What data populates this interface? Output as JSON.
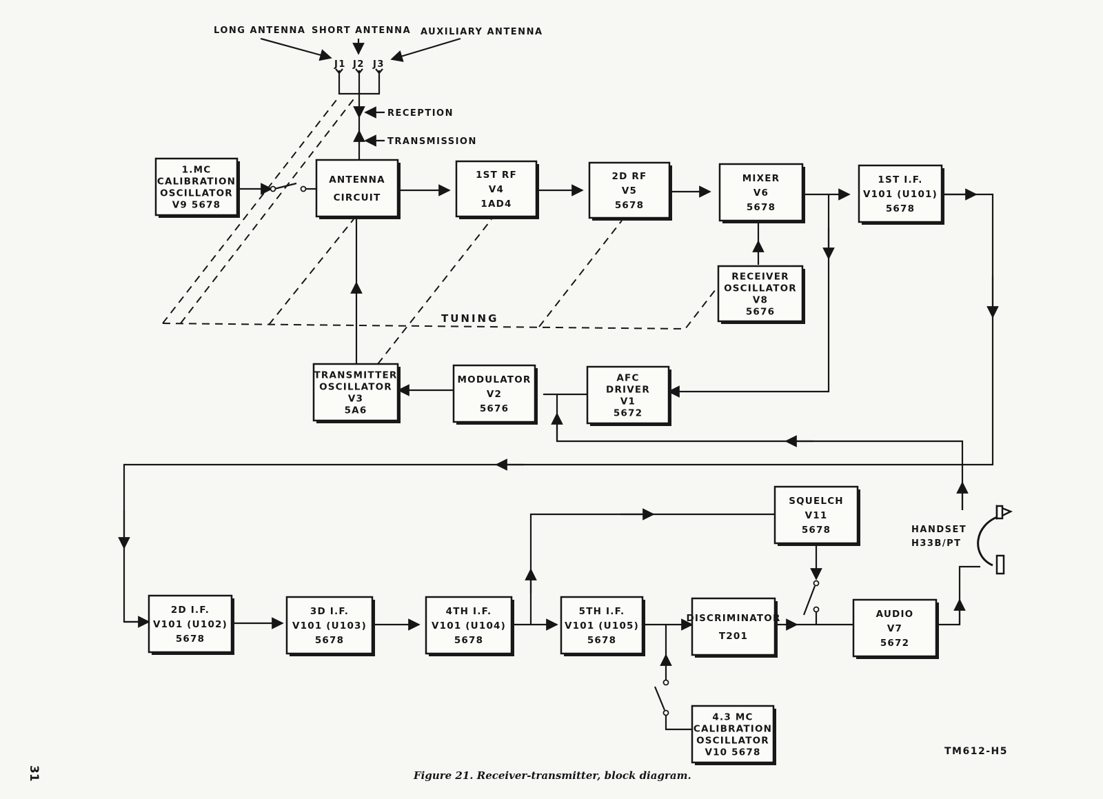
{
  "antennas": {
    "long": "LONG ANTENNA",
    "short": "SHORT ANTENNA",
    "aux": "AUXILIARY ANTENNA",
    "j1": "J1",
    "j2": "J2",
    "j3": "J3"
  },
  "signals": {
    "reception": "RECEPTION",
    "transmission": "TRANSMISSION",
    "tuning": "TUNING"
  },
  "blocks": {
    "cal1": [
      "1.MC",
      "CALIBRATION",
      "OSCILLATOR",
      "V9      5678"
    ],
    "antenna_circuit": [
      "ANTENNA",
      "CIRCUIT"
    ],
    "rf1": [
      "1ST RF",
      "V4",
      "1AD4"
    ],
    "rf2": [
      "2D RF",
      "V5",
      "5678"
    ],
    "mixer": [
      "MIXER",
      "V6",
      "5678"
    ],
    "if1": [
      "1ST I.F.",
      "V101 (U101)",
      "5678"
    ],
    "recv_osc": [
      "RECEIVER",
      "OSCILLATOR",
      "V8",
      "5676"
    ],
    "tx_osc": [
      "TRANSMITTER",
      "OSCILLATOR",
      "V3",
      "5A6"
    ],
    "modulator": [
      "MODULATOR",
      "V2",
      "5676"
    ],
    "afc": [
      "AFC",
      "DRIVER",
      "V1",
      "5672"
    ],
    "squelch": [
      "SQUELCH",
      "V11",
      "5678"
    ],
    "if2": [
      "2D I.F.",
      "V101 (U102)",
      "5678"
    ],
    "if3": [
      "3D I.F.",
      "V101 (U103)",
      "5678"
    ],
    "if4": [
      "4TH I.F.",
      "V101 (U104)",
      "5678"
    ],
    "if5": [
      "5TH I.F.",
      "V101 (U105)",
      "5678"
    ],
    "discriminator": [
      "DISCRIMINATOR",
      "T201"
    ],
    "audio": [
      "AUDIO",
      "V7",
      "5672"
    ],
    "cal43": [
      "4.3 MC",
      "CALIBRATION",
      "OSCILLATOR",
      "V10      5678"
    ]
  },
  "handset": [
    "HANDSET",
    "H33B/PT"
  ],
  "figure_code": "TM612-H5",
  "caption": "Figure 21. Receiver-transmitter, block diagram.",
  "page_number": "31"
}
